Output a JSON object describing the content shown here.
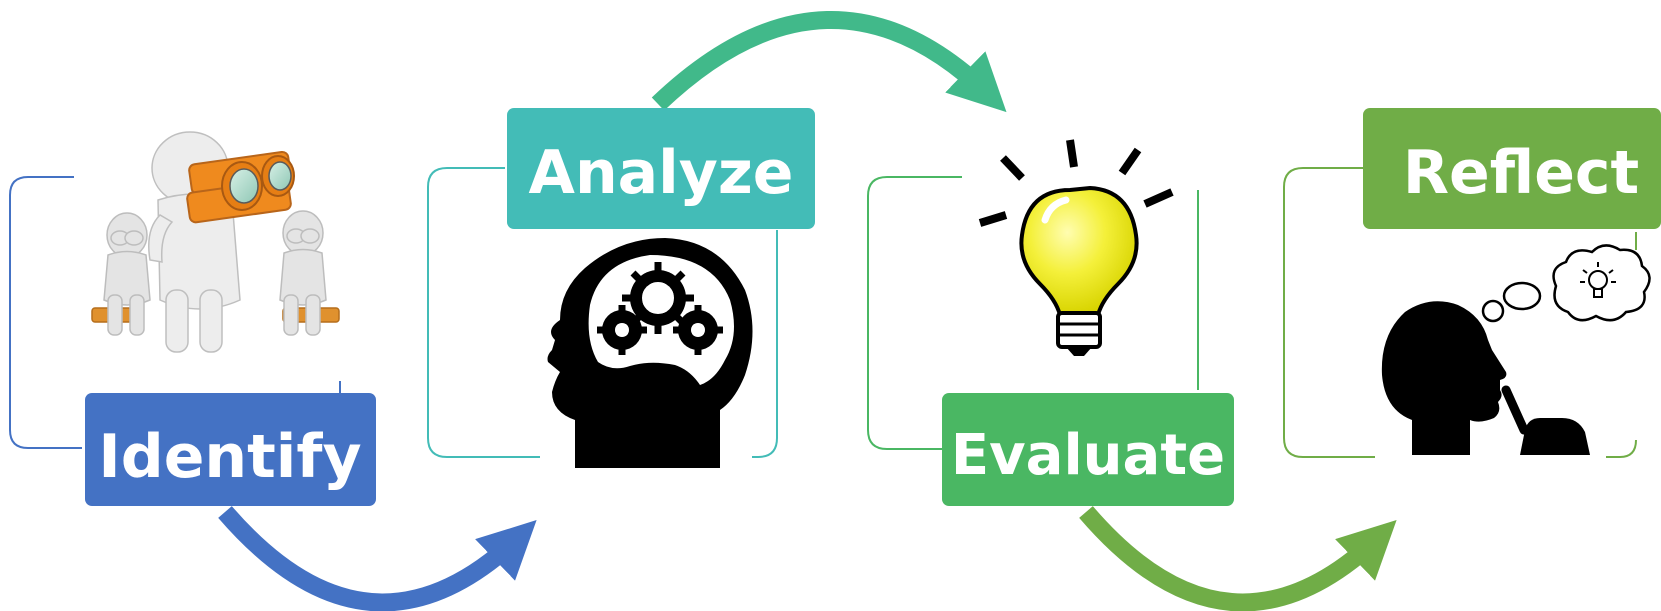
{
  "steps": [
    {
      "label": "Identify",
      "color": "#4472C4",
      "icon": "binoculars-figures-icon"
    },
    {
      "label": "Analyze",
      "color": "#43BCB7",
      "icon": "head-gears-icon"
    },
    {
      "label": "Evaluate",
      "color": "#4AB763",
      "icon": "lightbulb-icon"
    },
    {
      "label": "Reflect",
      "color": "#70AD47",
      "icon": "thinking-person-icon"
    }
  ],
  "arrows": [
    {
      "from": "Identify",
      "to": "Analyze",
      "color": "#4472C4"
    },
    {
      "from": "Analyze",
      "to": "Evaluate",
      "color": "#41B98A"
    },
    {
      "from": "Evaluate",
      "to": "Reflect",
      "color": "#70AD47"
    }
  ]
}
